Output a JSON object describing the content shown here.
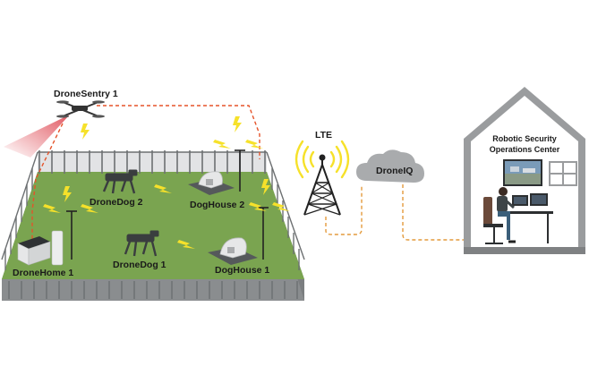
{
  "labels": {
    "drone_sentry": "DroneSentry 1",
    "drone_dog_1": "DroneDog 1",
    "drone_dog_2": "DroneDog 2",
    "dog_house_1": "DogHouse 1",
    "dog_house_2": "DogHouse 2",
    "drone_home": "DroneHome 1",
    "lte": "LTE",
    "cloud": "DroneIQ",
    "ops_center_line1": "Robotic Security",
    "ops_center_line2": "Operations Center"
  },
  "colors": {
    "grass": "#7aa450",
    "grass_edge": "#6a9344",
    "fence_side": "#8a8d8f",
    "fence_post": "#6d7072",
    "link_line": "#e39a3c",
    "drone_link": "#e5532a",
    "bolt": "#f6e12a",
    "building": "#9a9c9e",
    "building_dark": "#7f8183",
    "cloud": "#a9abad",
    "beam": "#e0505a"
  },
  "icons": [
    "lte-tower-icon",
    "cloud-icon",
    "drone-icon",
    "robot-dog-icon",
    "doghouse-icon",
    "drone-home-icon",
    "operator-icon",
    "lightning-bolt-icon"
  ]
}
